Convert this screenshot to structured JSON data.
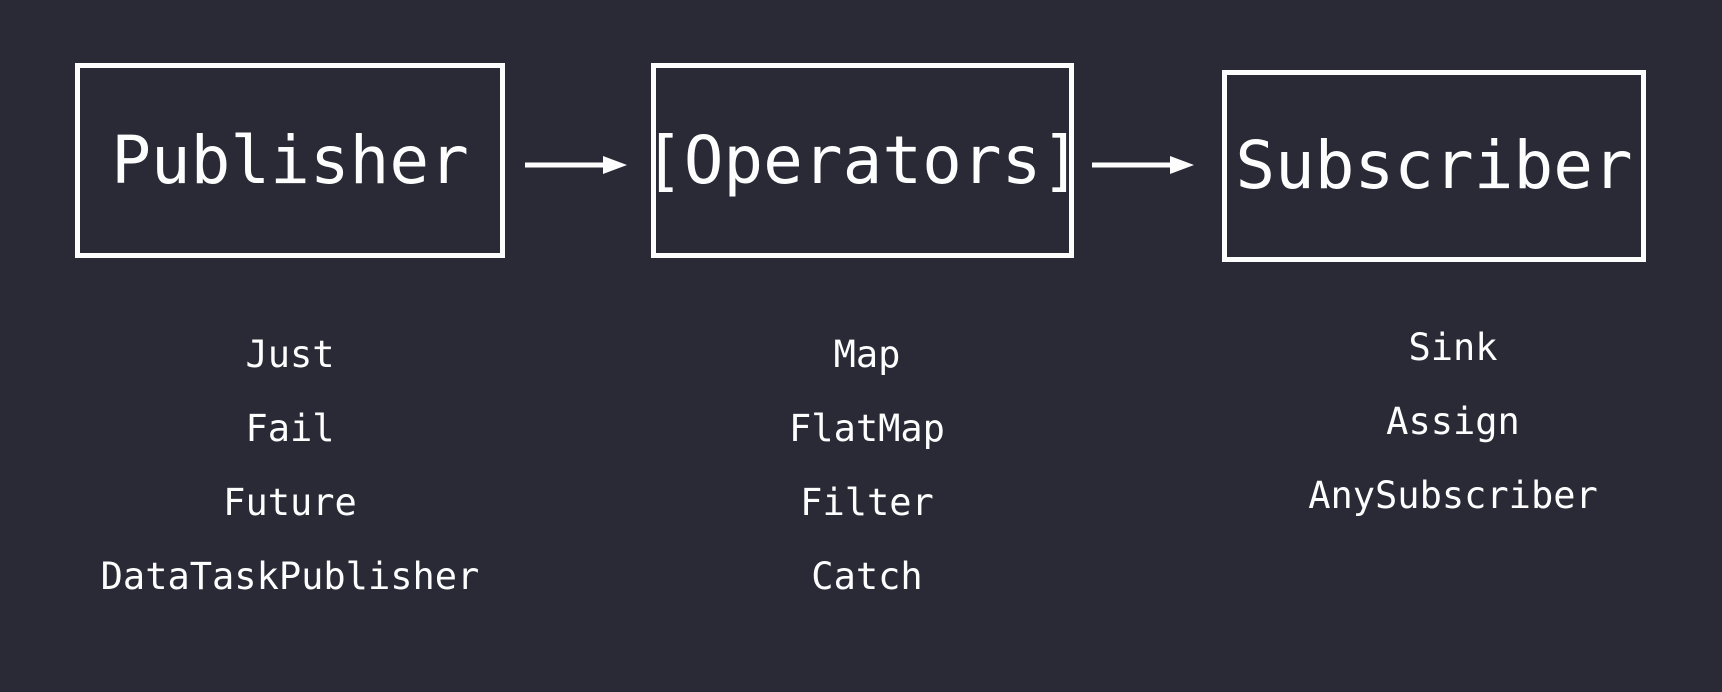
{
  "diagram": {
    "title": "Combine pipeline",
    "background_color": "#2a2a37",
    "foreground_color": "#fdfdfe",
    "stages": [
      {
        "id": "publisher",
        "label": "Publisher"
      },
      {
        "id": "operators",
        "label": "[Operators]"
      },
      {
        "id": "subscriber",
        "label": "Subscriber"
      }
    ],
    "connectors": [
      {
        "id": "arrow-1",
        "from": "publisher",
        "to": "operators",
        "style": "arrow-right"
      },
      {
        "id": "arrow-2",
        "from": "operators",
        "to": "subscriber",
        "style": "arrow-right"
      }
    ],
    "columns": [
      {
        "id": "publishers",
        "stage": "publisher",
        "items": [
          "Just",
          "Fail",
          "Future",
          "DataTaskPublisher"
        ]
      },
      {
        "id": "operators",
        "stage": "operators",
        "items": [
          "Map",
          "FlatMap",
          "Filter",
          "Catch"
        ]
      },
      {
        "id": "subscribers",
        "stage": "subscriber",
        "items": [
          "Sink",
          "Assign",
          "AnySubscriber"
        ]
      }
    ]
  }
}
